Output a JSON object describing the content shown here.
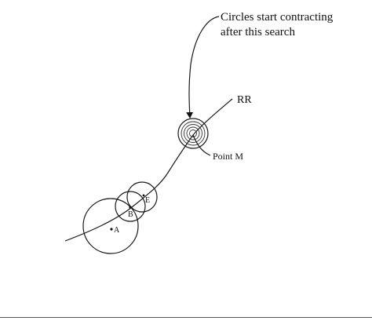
{
  "callout": {
    "line1": "Circles start contracting",
    "line2": "after this search"
  },
  "labels": {
    "route": "RR",
    "point_m": "Point M",
    "point_a": "A",
    "point_b": "B",
    "point_e": "E"
  },
  "colors": {
    "ink": "#111111",
    "background": "#ffffff"
  }
}
